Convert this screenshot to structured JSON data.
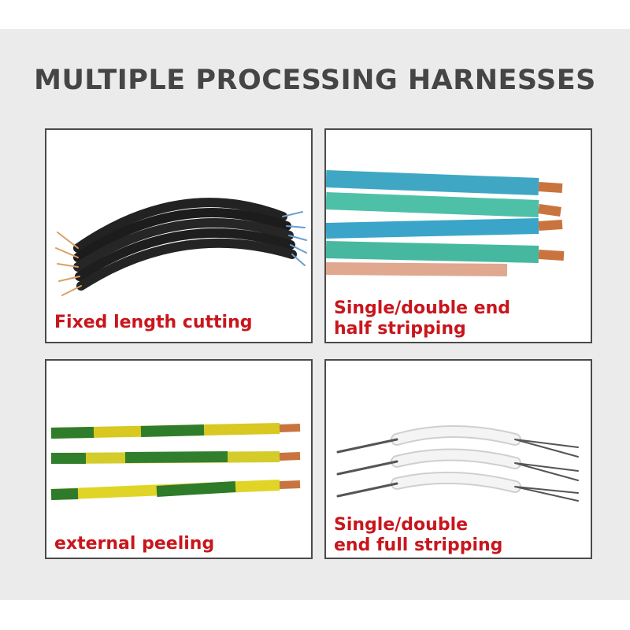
{
  "title": "MULTIPLE PROCESSING HARNESSES",
  "panels": [
    {
      "label": "Fixed length cutting",
      "icon": "black-multicore-cables-image"
    },
    {
      "label_line1": "Single/double end",
      "label_line2": "half stripping",
      "icon": "blue-green-wires-image"
    },
    {
      "label": "external peeling",
      "icon": "yellow-green-ground-wires-image"
    },
    {
      "label_line1": "Single/double",
      "label_line2": "end full stripping",
      "icon": "white-sheathed-cables-image"
    }
  ],
  "colors": {
    "label": "#c8161d",
    "title": "#454545",
    "background": "#ebebeb"
  }
}
